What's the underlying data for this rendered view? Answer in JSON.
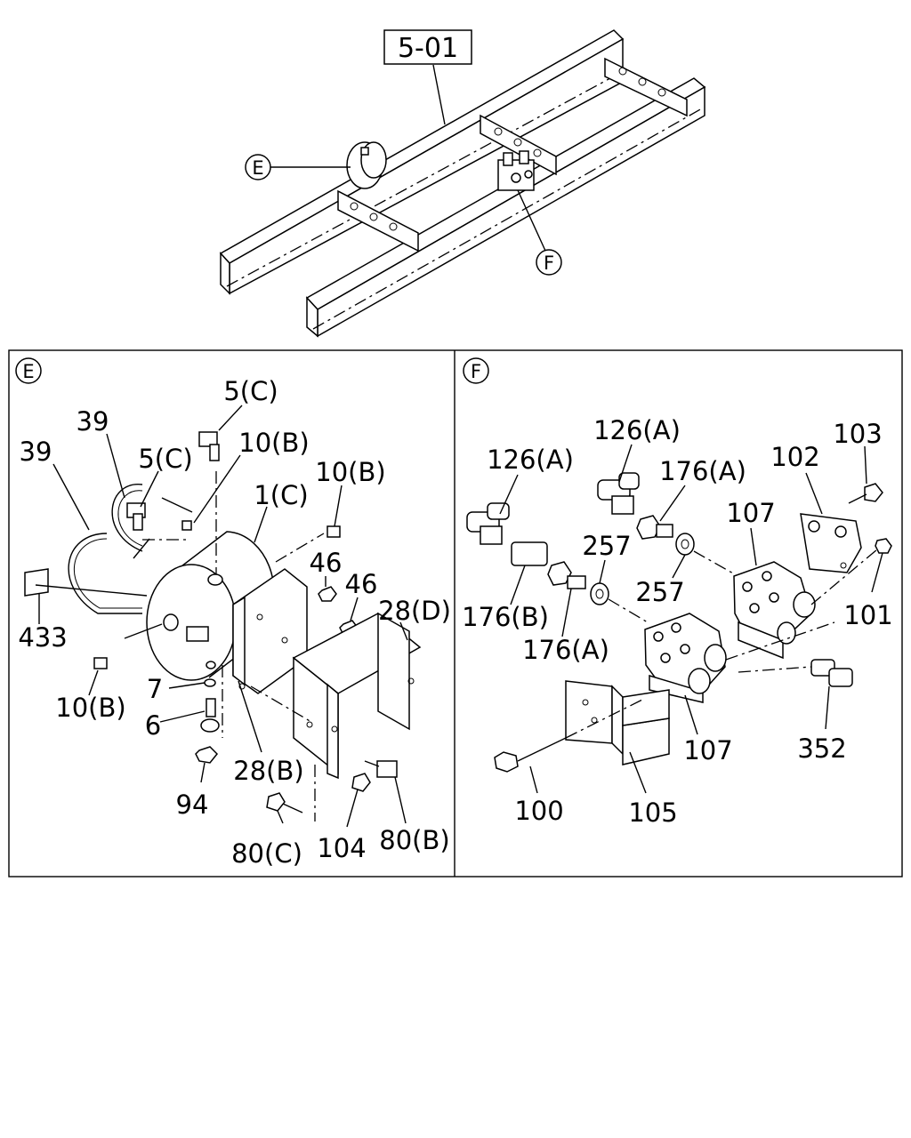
{
  "reference_box": "5-01",
  "overview": {
    "callout_e": "E",
    "callout_f": "F"
  },
  "panel_e": {
    "tag": "E",
    "labels": {
      "p5c_top": "5(C)",
      "p39_a": "39",
      "p39_b": "39",
      "p5c_mid": "5(C)",
      "p10b_top": "10(B)",
      "p10b_right": "10(B)",
      "p1c": "1(C)",
      "p433": "433",
      "p46_a": "46",
      "p46_b": "46",
      "p28d": "28(D)",
      "p10b_left": "10(B)",
      "p7": "7",
      "p6": "6",
      "p28b": "28(B)",
      "p94": "94",
      "p80c": "80(C)",
      "p104": "104",
      "p80b": "80(B)"
    }
  },
  "panel_f": {
    "tag": "F",
    "labels": {
      "p126a_top": "126(A)",
      "p126a_left": "126(A)",
      "p103": "103",
      "p102": "102",
      "p176a_top": "176(A)",
      "p107_top": "107",
      "p257_a": "257",
      "p257_b": "257",
      "p176b": "176(B)",
      "p101": "101",
      "p176a_bottom": "176(A)",
      "p107_bottom": "107",
      "p352": "352",
      "p100": "100",
      "p105": "105"
    }
  }
}
